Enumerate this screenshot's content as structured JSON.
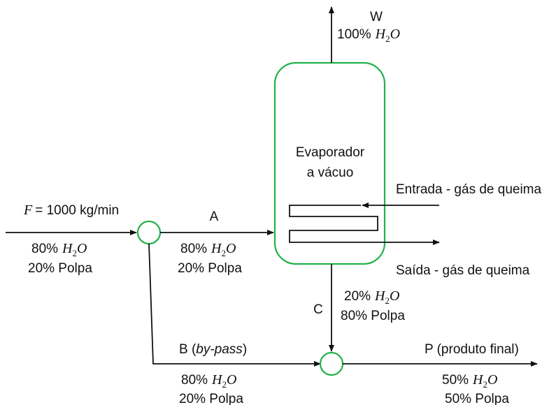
{
  "colors": {
    "equipment": "#22b24c",
    "stream": "#111111"
  },
  "streams": {
    "W": {
      "name": "W",
      "pct": "100%",
      "comp": "H",
      "sub": "2",
      "mol": "O"
    },
    "F": {
      "var": "F",
      "eq": "= 1000 kg/min",
      "water_pct": "80%",
      "h": "H",
      "sub": "2",
      "o": "O",
      "pulp": "20% Polpa"
    },
    "A": {
      "name": "A",
      "water_pct": "80%",
      "h": "H",
      "sub": "2",
      "o": "O",
      "pulp": "20% Polpa"
    },
    "B": {
      "name_prefix": "B (",
      "name_italic": "by-pass",
      "name_suffix": ")",
      "water_pct": "80%",
      "h": "H",
      "sub": "2",
      "o": "O",
      "pulp": "20% Polpa"
    },
    "C": {
      "name": "C",
      "water_pct": "20%",
      "h": "H",
      "sub": "2",
      "o": "O",
      "pulp": "80% Polpa"
    },
    "P": {
      "name": "P (produto final)",
      "water_pct": "50%",
      "h": "H",
      "sub": "2",
      "o": "O",
      "pulp": "50% Polpa"
    }
  },
  "evaporator": {
    "line1": "Evaporador",
    "line2": "a vácuo"
  },
  "gas": {
    "inlet": "Entrada - gás de queima",
    "outlet": "Saída - gás de queima"
  }
}
